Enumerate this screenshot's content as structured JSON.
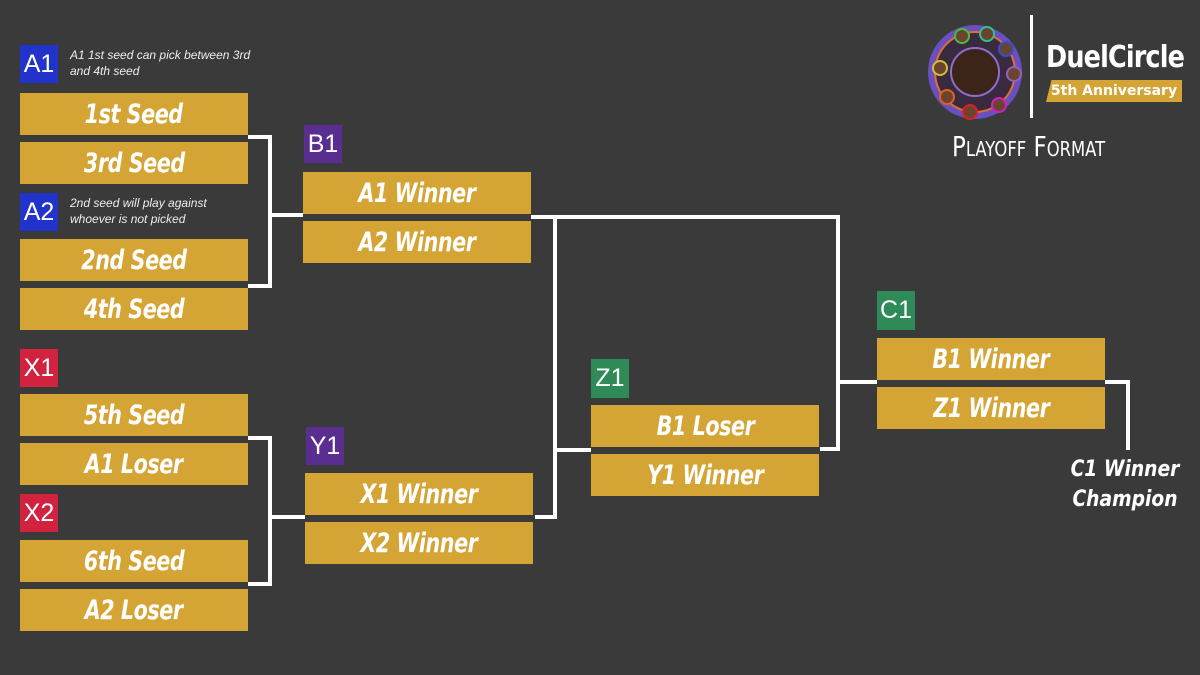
{
  "header": {
    "brand": "DuelCircle",
    "anniversary": "5th Anniversary",
    "title": "Playoff Format",
    "colors": {
      "background": "#3a3a3a",
      "gold": "#d4a435",
      "blue": "#2233cc",
      "purple": "#5a2d91",
      "red": "#d1233f",
      "green": "#2e8b57"
    }
  },
  "round1": {
    "A1": {
      "tag": "A1",
      "note": "A1 1st seed can pick between 3rd and 4th seed",
      "slots": [
        "1st Seed",
        "3rd Seed"
      ]
    },
    "A2": {
      "tag": "A2",
      "note": "2nd seed will play against whoever is not picked",
      "slots": [
        "2nd Seed",
        "4th Seed"
      ]
    },
    "X1": {
      "tag": "X1",
      "slots": [
        "5th Seed",
        "A1 Loser"
      ]
    },
    "X2": {
      "tag": "X2",
      "slots": [
        "6th Seed",
        "A2 Loser"
      ]
    }
  },
  "round2": {
    "B1": {
      "tag": "B1",
      "slots": [
        "A1 Winner",
        "A2 Winner"
      ]
    },
    "Y1": {
      "tag": "Y1",
      "slots": [
        "X1 Winner",
        "X2 Winner"
      ]
    }
  },
  "round3": {
    "Z1": {
      "tag": "Z1",
      "slots": [
        "B1 Loser",
        "Y1 Winner"
      ]
    }
  },
  "final": {
    "C1": {
      "tag": "C1",
      "slots": [
        "B1 Winner",
        "Z1 Winner"
      ]
    },
    "result": [
      "C1 Winner",
      "Champion"
    ]
  }
}
